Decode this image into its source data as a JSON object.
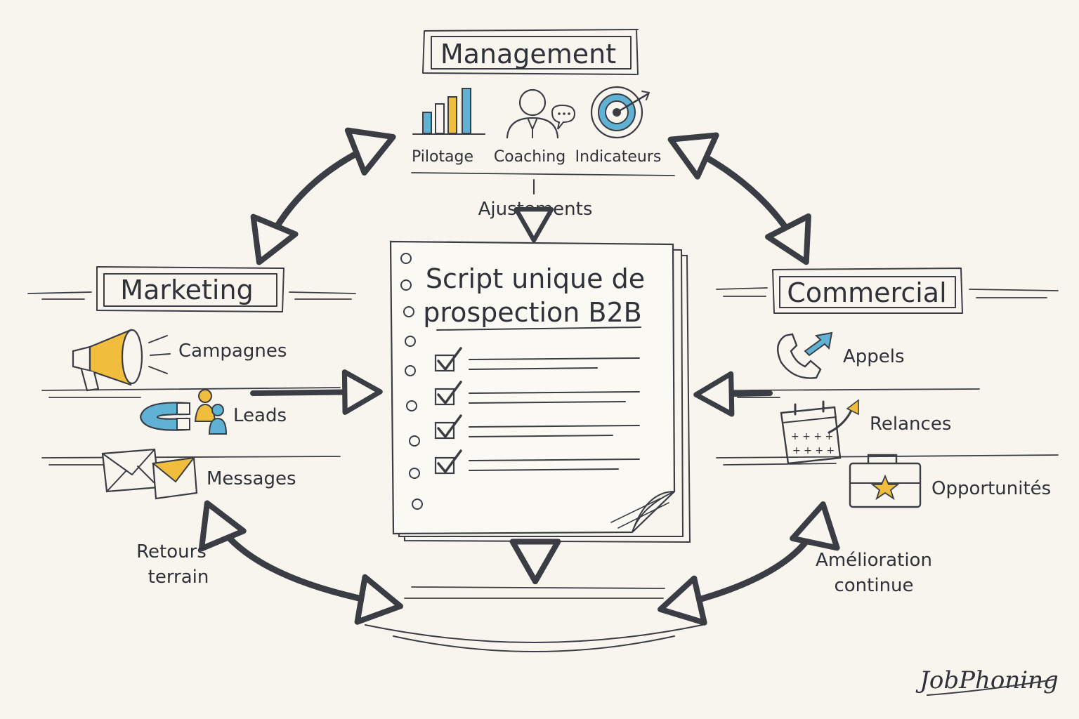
{
  "management": {
    "title": "Management",
    "items": [
      "Pilotage",
      "Coaching",
      "Indicateurs"
    ]
  },
  "adjustments_label": "Ajustements",
  "marketing": {
    "title": "Marketing",
    "items": [
      "Campagnes",
      "Leads",
      "Messages"
    ]
  },
  "commercial": {
    "title": "Commercial",
    "items": [
      "Appels",
      "Relances",
      "Opportunités"
    ]
  },
  "script": {
    "title_line1": "Script unique de",
    "title_line2": "prospection B2B"
  },
  "feedback_left": {
    "line1": "Retours",
    "line2": "terrain"
  },
  "feedback_right": {
    "line1": "Amélioration",
    "line2": "continue"
  },
  "brand": "JobPhoning",
  "colors": {
    "ink": "#3a3d44",
    "blue": "#5fb2d4",
    "yellow": "#f0be3c",
    "paper": "#f8f5ee"
  },
  "icons": {
    "pilotage": "bar-chart-icon",
    "coaching": "coach-speech-icon",
    "indicateurs": "target-icon",
    "campagnes": "megaphone-icon",
    "leads": "magnet-people-icon",
    "messages": "envelopes-icon",
    "appels": "phone-arrow-icon",
    "relances": "calendar-arrow-icon",
    "opportunites": "briefcase-star-icon"
  }
}
